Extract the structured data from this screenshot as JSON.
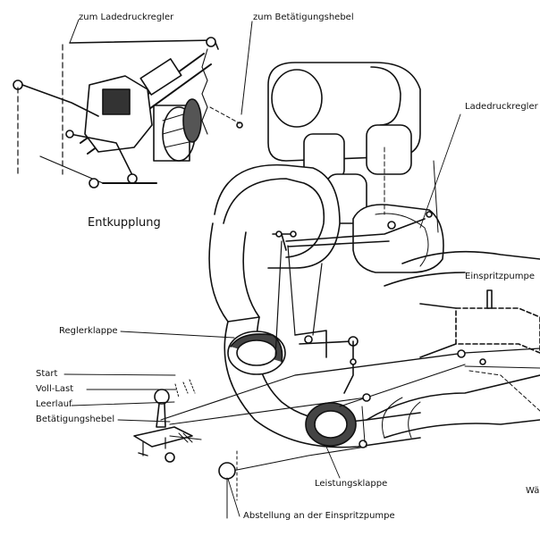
{
  "labels": {
    "ladedruckregler_top": "zum Ladedruckregler",
    "betaetigungshebel_top": "zum Betätigungshebel",
    "ladedruckregler": "Ladedruckregler",
    "entkupplung": "Entkupplung",
    "einspritzpumpe": "Einspritzpumpe",
    "reglerklappe": "Reglerklappe",
    "start": "Start",
    "voll_last": "Voll-Last",
    "leerlauf": "Leerlauf",
    "betaetigungshebel": "Betätigungshebel",
    "leistungsklappe": "Leistungsklappe",
    "abstellung": "Abstellung an der Einspritzpumpe",
    "wa_cut": "Wä"
  }
}
